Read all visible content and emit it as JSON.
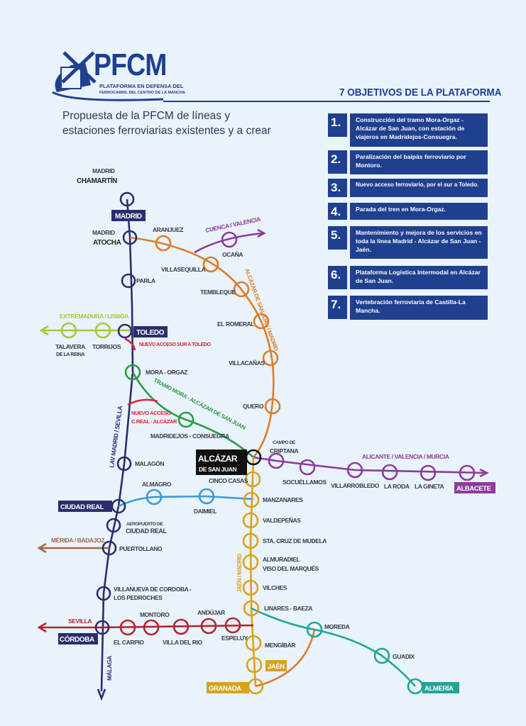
{
  "header": {
    "brand": "PFCM",
    "subtitle_1": "PLATAFORMA EN DEFENSA DEL",
    "subtitle_2": "FERROCARRIL DEL CENTRO DE LA MANCHA",
    "objectives_title": "7 OBJETIVOS DE LA PLATAFORMA",
    "proposal": "Propuesta de la PFCM de líneas y estaciones ferroviarias existentes y a crear"
  },
  "objectives": [
    {
      "num": "1.",
      "text": "Construcción del tramo Mora-Orgaz - Alcázar de San Juan, con estación de viajeros en  Madridejos-Consuegra."
    },
    {
      "num": "2.",
      "text": "Paralización del baipás ferroviario por Montoro."
    },
    {
      "num": "3.",
      "text": "Nuevo acceso ferroviario, por el sur a Toledo."
    },
    {
      "num": "4.",
      "text": "Parada del tren en Mora-Orgaz."
    },
    {
      "num": "5.",
      "text": "Mantenimiento y mejora de los servicios en toda la línea Madrid - Alcázar de San Juan - Jaén."
    },
    {
      "num": "6.",
      "text": "Plataforma Logística Intermodal en Alcázar de San Juan."
    },
    {
      "num": "7.",
      "text": "Vertebración ferroviaria de Castilla-La Mancha."
    }
  ],
  "map": {
    "madrid_1": "MADRID",
    "chamartin": "CHAMARTÍN",
    "madrid_box": "MADRID",
    "madrid_2": "MADRID",
    "atocha": "ATOCHA",
    "aranjuez": "ARANJUEZ",
    "cuenca": "CUENCA / VALENCIA",
    "ocana": "OCAÑA",
    "villasequilla": "VILLASEQUILLA",
    "tembleque": "TEMBLEQUE",
    "orange_line": "ALCÁZAR DE SAN JUAN / MADRID",
    "el_romeral": "EL ROMERAL",
    "villacanas": "VILLACAÑAS",
    "quero": "QUERO",
    "parla": "PARLA",
    "extremadura": "EXTREMADURA / LISBOA",
    "talavera": "TALAVERA",
    "talavera_2": "DE LA REINA",
    "torrijos": "TORRIJOS",
    "toledo": "TOLEDO",
    "nuevo_toledo": "NUEVO ACCESO SUR A TOLEDO",
    "mora": "MORA - ORGAZ",
    "tramo": "TRAMO MORA - ALCÁZAR DE SAN JUAN",
    "nuevo_creal_1": "NUEVO ACCESO",
    "nuevo_creal_2": "C.REAL - ALCÁZAR",
    "madridejos": "MADRIDEJOS - CONSUEGRA",
    "lav": "LAV MADRID / SEVILLA",
    "malagon": "MALAGÓN",
    "alcazar_1": "ALCÁZAR",
    "alcazar_2": "DE SAN JUAN",
    "campo_1": "CAMPO DE",
    "campo_2": "CRIPTANA",
    "cinco_casas": "CINCO CASAS",
    "alicante": "ALICANTE / VALENCIA / MURCIA",
    "socuellamos": "SOCUÉLLAMOS",
    "villarrobledo": "VILLARROBLEDO",
    "la_roda": "LA RODA",
    "la_gineta": "LA GINETA",
    "albacete": "ALBACETE",
    "almagro": "ALMAGRO",
    "daimiel": "DAIMIEL",
    "manzanares": "MANZANARES",
    "ciudad_real": "CIUDAD REAL",
    "aeropuerto_1": "AEROPUERTO DE",
    "aeropuerto_2": "CIUDAD REAL",
    "valdepenas": "VALDEPEÑAS",
    "merida": "MÉRIDA / BADAJOZ",
    "puertollano": "PUERTOLLANO",
    "sta_cruz": "STA. CRUZ DE MUDELA",
    "almuradiel_1": "ALMURADIEL",
    "almuradiel_2": "VISO DEL MARQUÉS",
    "jaen_line": "JAÉN / MADRID",
    "vilches": "VILCHES",
    "villanueva_1": "VILLANUEVA DE CORDOBA -",
    "villanueva_2": "LOS PEDROCHES",
    "linares": "LINARES - BAEZA",
    "sevilla": "SEVILLA",
    "montoro": "MONTORO",
    "andujar": "ANDÚJAR",
    "moreda": "MOREDA",
    "cordoba": "CÓRDOBA",
    "el_carpio": "EL CARPIO",
    "villa_del_rio": "VILLA DEL RIO",
    "espeluy": "ESPELUY",
    "mengibar": "MENGÍBAR",
    "guadix": "GUADIX",
    "malaga": "MÁLAGA",
    "jaen": "JAÉN",
    "granada": "GRANADA",
    "almeria": "ALMERÍA"
  },
  "colors": {
    "navy": "#2b2d6e",
    "orange": "#e07b2a",
    "purple": "#8e3b9c",
    "green": "#2e9a48",
    "lime": "#a6c93a",
    "blue": "#3a9ad9",
    "gold": "#d9a21e",
    "darkred": "#b3262c",
    "teal": "#1fa59a",
    "brown": "#a0694a",
    "red": "#e0203a",
    "brand": "#1f3f8f"
  }
}
